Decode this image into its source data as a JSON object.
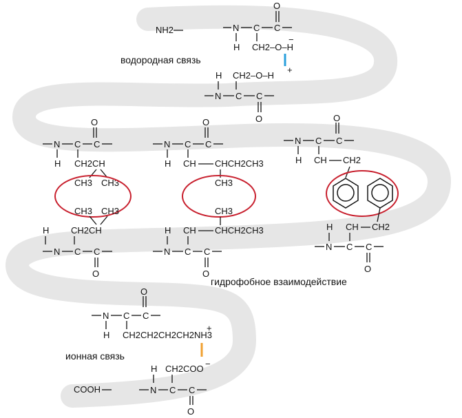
{
  "labels": {
    "hydrogen_bond": "водородная связь",
    "hydrophobic": "гидрофобное взаимодействие",
    "ionic_bond": "ионная связь"
  },
  "atoms": {
    "nh2": "NH2",
    "cooh": "COOH",
    "n": "N",
    "c": "C",
    "o": "O",
    "h": "H",
    "ch": "CH",
    "ch2": "CH2",
    "ch3": "CH3",
    "ch2_o_h": "CH2–O–H",
    "ch2ch": "CH2CH",
    "chch2ch3": "CHCH2CH3",
    "lys_chain": "CH2CH2CH2CH2NH3",
    "ch2coo": "CH2COO",
    "plus": "+",
    "minus": "−"
  },
  "colors": {
    "backbone_band": "#e6e6e6",
    "hydrogen_bond_marker": "#2aa0dc",
    "ionic_bond_marker": "#f0a030",
    "hydrophobic_circle": "#c8202e"
  }
}
